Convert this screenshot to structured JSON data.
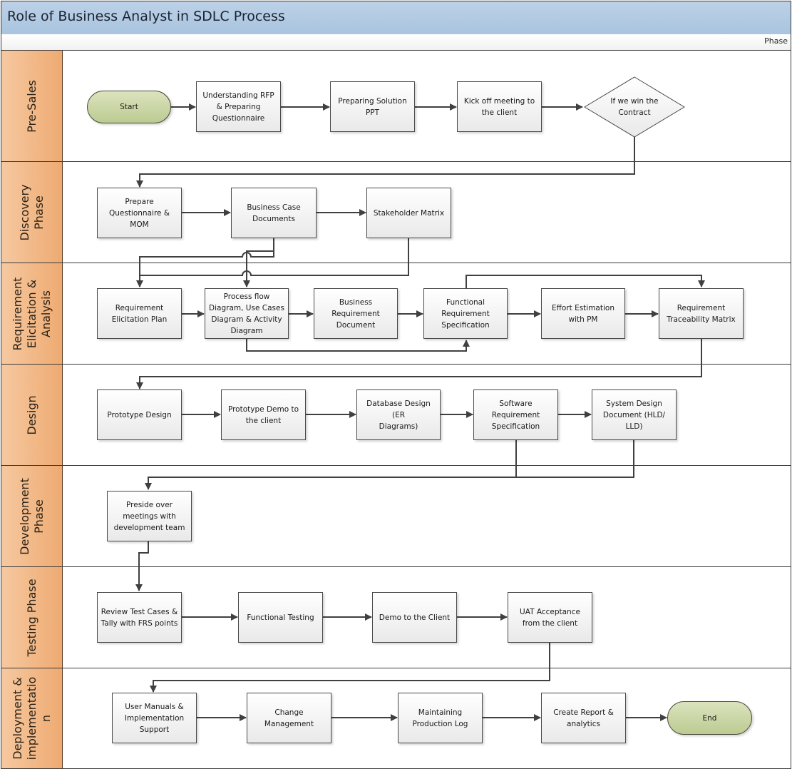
{
  "title": "Role of Business Analyst in SDLC Process",
  "phase_header": "Phase",
  "colors": {
    "title_bg": "#a9c4e0",
    "lane_header": "#eeab72",
    "terminal_fill": "#bccb92",
    "box_fill": "#f2f2f2",
    "connector": "#404040"
  },
  "lanes": [
    {
      "id": "presales",
      "label": "Pre-Sales"
    },
    {
      "id": "discovery",
      "label": "Discovery\nPhase"
    },
    {
      "id": "requirement",
      "label": "Requirement\nElicitation &\nAnalysis"
    },
    {
      "id": "design",
      "label": "Design"
    },
    {
      "id": "development",
      "label": "Development\nPhase"
    },
    {
      "id": "testing",
      "label": "Testing Phase"
    },
    {
      "id": "deployment",
      "label": "Deployment &\nimplementatio\nn"
    }
  ],
  "nodes": {
    "start": {
      "label": "Start",
      "shape": "terminal"
    },
    "understanding_rfp": {
      "label": "Understanding RFP\n& Preparing\nQuestionnaire"
    },
    "solution_ppt": {
      "label": "Preparing Solution\nPPT"
    },
    "kickoff": {
      "label": "Kick off meeting to\nthe client"
    },
    "win_contract": {
      "label": "If we win the\nContract",
      "shape": "decision"
    },
    "questionnaire_mom": {
      "label": "Prepare\nQuestionnaire &\nMOM"
    },
    "business_case": {
      "label": "Business Case\nDocuments"
    },
    "stakeholder": {
      "label": "Stakeholder Matrix"
    },
    "elicitation_plan": {
      "label": "Requirement\nElicitation Plan"
    },
    "process_flow": {
      "label": "Process flow\nDiagram, Use Cases\nDiagram & Activity\nDiagram"
    },
    "brd": {
      "label": "Business\nRequirement\nDocument"
    },
    "frs": {
      "label": "Functional\nRequirement\nSpecification"
    },
    "effort": {
      "label": "Effort Estimation\nwith PM"
    },
    "rtm": {
      "label": "Requirement\nTraceability Matrix"
    },
    "prototype_design": {
      "label": "Prototype Design"
    },
    "prototype_demo": {
      "label": "Prototype Demo to\nthe client"
    },
    "db_design": {
      "label": "Database Design (ER\nDiagrams)"
    },
    "srs": {
      "label": "Software\nRequirement\nSpecification"
    },
    "sdd": {
      "label": "System Design\nDocument (HLD/\nLLD)"
    },
    "preside": {
      "label": "Preside over\nmeetings with\ndevelopment team"
    },
    "review_tests": {
      "label": "Review Test Cases &\nTally with FRS points"
    },
    "functional_testing": {
      "label": "Functional Testing"
    },
    "demo_client": {
      "label": "Demo to the Client"
    },
    "uat": {
      "label": "UAT Acceptance\nfrom the client"
    },
    "user_manuals": {
      "label": "User Manuals &\nImplementation\nSupport"
    },
    "change_mgmt": {
      "label": "Change\nManagement"
    },
    "prod_log": {
      "label": "Maintaining\nProduction Log"
    },
    "report": {
      "label": "Create Report &\nanalytics"
    },
    "end": {
      "label": "End",
      "shape": "terminal"
    }
  },
  "edges": [
    [
      "start",
      "understanding_rfp"
    ],
    [
      "understanding_rfp",
      "solution_ppt"
    ],
    [
      "solution_ppt",
      "kickoff"
    ],
    [
      "kickoff",
      "win_contract"
    ],
    [
      "win_contract",
      "questionnaire_mom"
    ],
    [
      "questionnaire_mom",
      "business_case"
    ],
    [
      "business_case",
      "stakeholder"
    ],
    [
      "business_case",
      "elicitation_plan"
    ],
    [
      "business_case",
      "process_flow"
    ],
    [
      "stakeholder",
      "elicitation_plan"
    ],
    [
      "elicitation_plan",
      "process_flow"
    ],
    [
      "process_flow",
      "brd"
    ],
    [
      "process_flow",
      "frs"
    ],
    [
      "brd",
      "frs"
    ],
    [
      "frs",
      "effort"
    ],
    [
      "frs",
      "rtm"
    ],
    [
      "effort",
      "rtm"
    ],
    [
      "rtm",
      "prototype_design"
    ],
    [
      "prototype_design",
      "prototype_demo"
    ],
    [
      "prototype_demo",
      "db_design"
    ],
    [
      "db_design",
      "srs"
    ],
    [
      "srs",
      "sdd"
    ],
    [
      "srs",
      "preside"
    ],
    [
      "sdd",
      "preside"
    ],
    [
      "preside",
      "review_tests"
    ],
    [
      "review_tests",
      "functional_testing"
    ],
    [
      "functional_testing",
      "demo_client"
    ],
    [
      "demo_client",
      "uat"
    ],
    [
      "uat",
      "user_manuals"
    ],
    [
      "user_manuals",
      "change_mgmt"
    ],
    [
      "change_mgmt",
      "prod_log"
    ],
    [
      "prod_log",
      "report"
    ],
    [
      "report",
      "end"
    ]
  ]
}
